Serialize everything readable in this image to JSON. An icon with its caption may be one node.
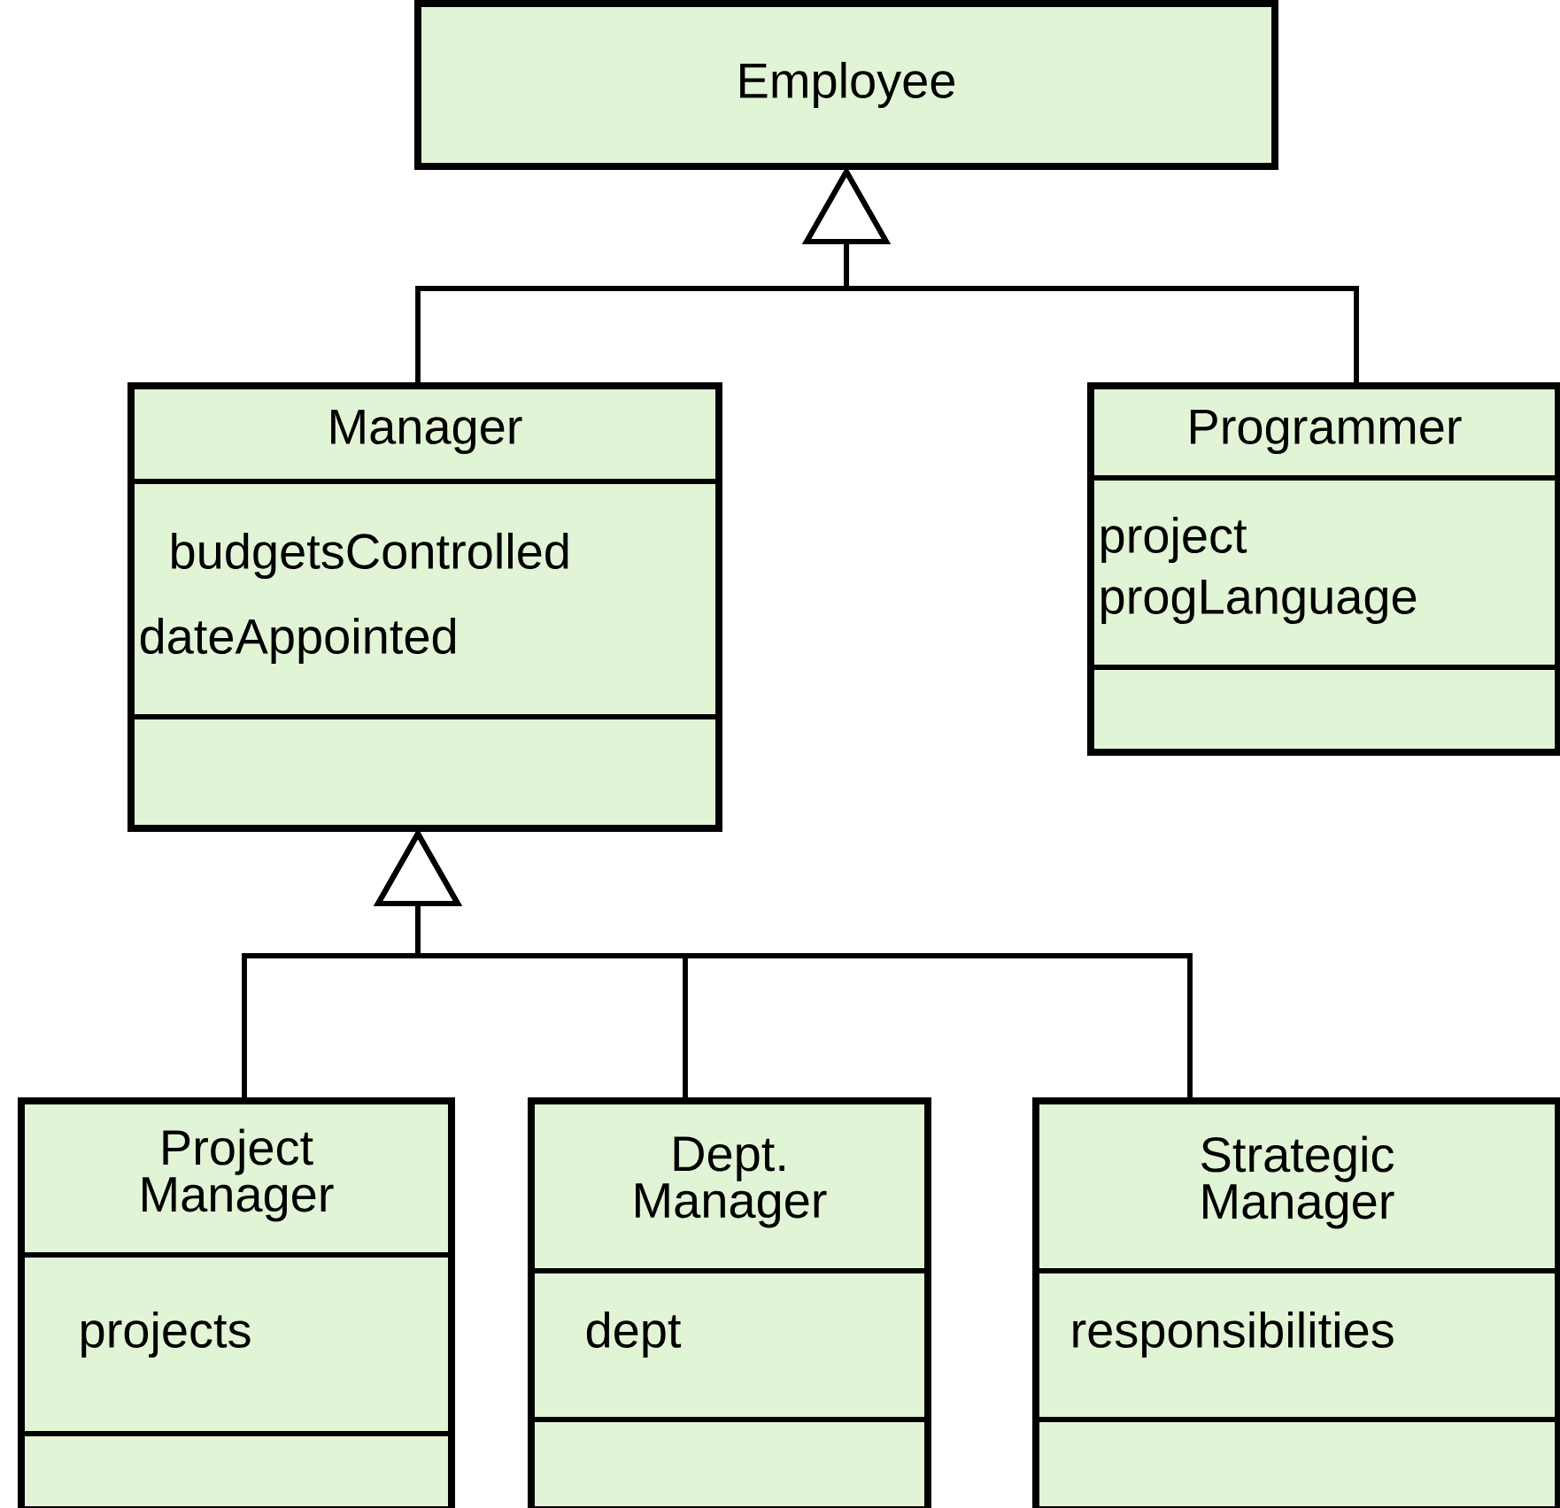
{
  "diagram": {
    "nodes": [
      {
        "text": [
          "Employee"
        ]
      },
      {
        "text": [
          "Manager",
          "budgetsControlled",
          "dateAppointed"
        ]
      },
      {
        "text": [
          "Programmer",
          "project",
          "progLanguage"
        ]
      },
      {
        "text": [
          "Project Manager",
          "projects"
        ]
      },
      {
        "text": [
          "Dept. Manager",
          "dept"
        ]
      },
      {
        "text": [
          "Strategic Manager",
          "responsibilities"
        ]
      }
    ],
    "edges": [
      {
        "from": 1,
        "to": 0,
        "arrow": "to"
      },
      {
        "from": 2,
        "to": 0,
        "arrow": "to"
      },
      {
        "from": 3,
        "to": 1,
        "arrow": "to"
      },
      {
        "from": 4,
        "to": 1,
        "arrow": "to"
      },
      {
        "from": 5,
        "to": 1,
        "arrow": "to"
      }
    ]
  }
}
